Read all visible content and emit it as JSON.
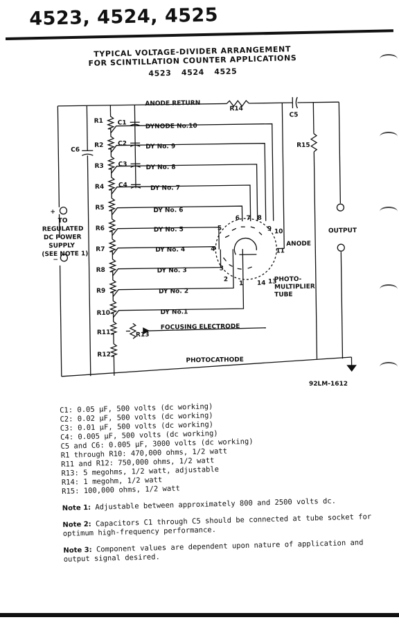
{
  "header": {
    "models": "4523, 4524, 4525"
  },
  "title": {
    "line1": "TYPICAL VOLTAGE-DIVIDER ARRANGEMENT",
    "line2": "FOR SCINTILLATION COUNTER APPLICATIONS",
    "models": "4523 4524 4525"
  },
  "diagram": {
    "anode_return": "ANODE RETURN",
    "dynode_10": "DYNODE No.10",
    "dy_labels": [
      "DY No. 9",
      "DY No. 8",
      "DY No. 7",
      "DY No. 6",
      "DY No. 5",
      "DY No. 4",
      "DY No. 3",
      "DY No. 2",
      "DY No.1"
    ],
    "focusing": "FOCUSING ELECTRODE",
    "photocathode": "PHOTOCATHODE",
    "resistors": [
      "R1",
      "R2",
      "R3",
      "R4",
      "R5",
      "R6",
      "R7",
      "R8",
      "R9",
      "R10",
      "R11",
      "R12"
    ],
    "r13": "R13",
    "r14": "R14",
    "r15": "R15",
    "caps": [
      "C1",
      "C2",
      "C3",
      "C4"
    ],
    "c5": "C5",
    "c6": "C6",
    "supply_plus": "+",
    "supply_label": [
      "TO",
      "REGULATED",
      "DC POWER",
      "SUPPLY",
      "(SEE NOTE 1)"
    ],
    "supply_minus": "−",
    "anode": "ANODE",
    "tube": [
      "PHOTO-",
      "MULTIPLIER",
      "TUBE"
    ],
    "output": "OUTPUT",
    "pins": [
      "1",
      "2",
      "3",
      "4",
      "5",
      "6",
      "7",
      "8",
      "9",
      "10",
      "11",
      "13",
      "14"
    ],
    "code": "92LM-1612"
  },
  "components": [
    "C1:  0.05 μF, 500 volts (dc working)",
    "C2:  0.02 μF, 500 volts (dc working)",
    "C3:  0.01 μF, 500 volts (dc working)",
    "C4:  0.005 μF, 500 volts (dc working)",
    "C5 and C6:  0.005 μF, 3000 volts (dc working)",
    "R1 through R10: 470,000 ohms, 1/2 watt",
    "R11 and R12:  750,000 ohms, 1/2 watt",
    "R13:  5 megohms, 1/2 watt, adjustable",
    "R14:  1 megohm, 1/2 watt",
    "R15:  100,000 ohms, 1/2 watt"
  ],
  "notes": [
    {
      "label": "Note 1:",
      "text": "Adjustable between approximately 800 and 2500 volts dc."
    },
    {
      "label": "Note 2:",
      "text": "Capacitors C1 through C5 should be connected at tube socket for optimum high-frequency performance."
    },
    {
      "label": "Note 3:",
      "text": "Component values are dependent upon nature of application and output signal desired."
    }
  ]
}
